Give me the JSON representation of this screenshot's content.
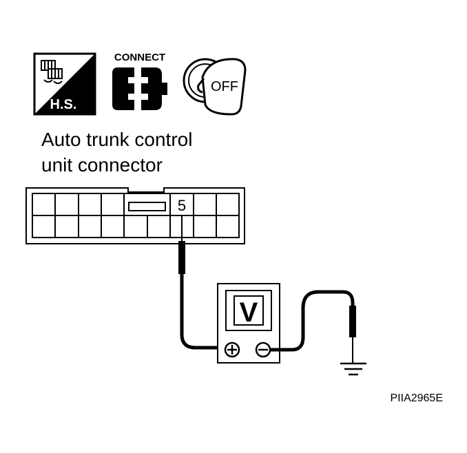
{
  "icons": {
    "hs_label": "H.S.",
    "connect_label": "CONNECT",
    "ignition_label": "OFF"
  },
  "title": {
    "line1": "Auto trunk control",
    "line2": "unit connector"
  },
  "connector": {
    "terminal": "5"
  },
  "meter": {
    "label": "V",
    "positive": "+",
    "negative": "−"
  },
  "figure_code": "PIIA2965E"
}
